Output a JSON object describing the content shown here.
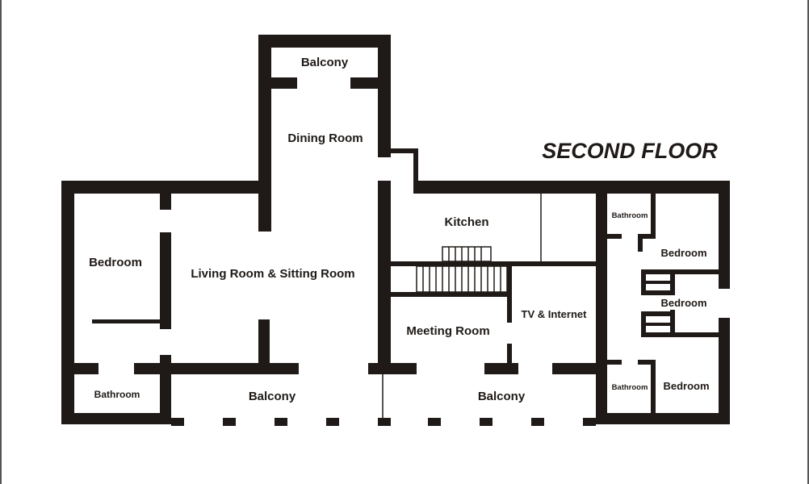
{
  "title": "SECOND FLOOR",
  "rooms": {
    "balcony_top": "Balcony",
    "dining_room": "Dining Room",
    "kitchen": "Kitchen",
    "bedroom_left": "Bedroom",
    "living_room": "Living Room & Sitting Room",
    "bathroom_left": "Bathroom",
    "balcony_bottom_left": "Balcony",
    "meeting_room": "Meeting Room",
    "tv_internet": "TV & Internet",
    "balcony_bottom_right": "Balcony",
    "bathroom_right_top": "Bathroom",
    "bedroom_right_top": "Bedroom",
    "bedroom_right_mid": "Bedroom",
    "bathroom_right_bottom": "Bathroom",
    "bedroom_right_bottom": "Bedroom"
  },
  "colors": {
    "wall": "#1f1a17",
    "background": "#ffffff"
  }
}
